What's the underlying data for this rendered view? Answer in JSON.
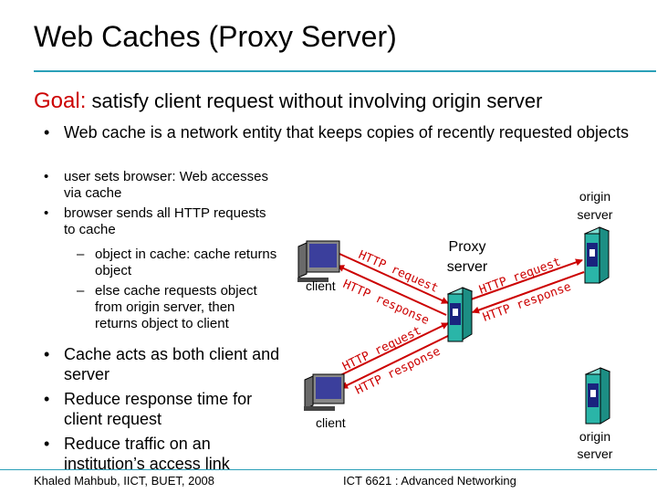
{
  "title": "Web Caches (Proxy Server)",
  "goal": {
    "label": "Goal:",
    "text": " satisfy client request without involving origin server"
  },
  "bullets": {
    "intro": "Web cache is a network entity that keeps copies of recently requested objects",
    "user_sets": "user sets browser: Web accesses via  cache",
    "browser_sends": "browser sends all HTTP requests to  cache",
    "sub1": "object in cache: cache returns object",
    "sub2": "else cache requests object from origin server, then returns object to client",
    "acts": "Cache acts as both client and server",
    "reduce_response": "Reduce response time for client request",
    "reduce_traffic": "Reduce traffic on an institution’s access link"
  },
  "diagram": {
    "proxy_line1": "Proxy",
    "proxy_line2": "server",
    "client": "client",
    "origin_line1": "origin",
    "origin_line2": "server",
    "http_request": "HTTP request",
    "http_response": "HTTP response"
  },
  "footer": {
    "left": "Khaled Mahbub, IICT, BUET, 2008",
    "right": "ICT 6621 : Advanced Networking"
  },
  "colors": {
    "accent": "#2aa0b8",
    "red": "#cc0000",
    "server": "#2ab5a8"
  }
}
